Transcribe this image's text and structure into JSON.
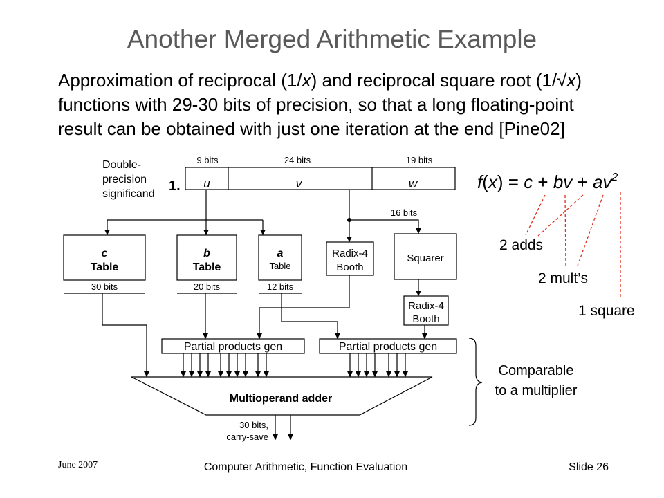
{
  "slide": {
    "title": "Another Merged Arithmetic Example",
    "body": {
      "line1": [
        "Approximation of reciprocal (1/",
        "x",
        ") and reciprocal square root (1/√",
        "x",
        ")"
      ],
      "line2": "functions with 29-30 bits of precision, so that a long floating-point",
      "line3": "result can be obtained with just one iteration at the end [Pine02]"
    },
    "footer": {
      "date": "June 2007",
      "course": "Computer Arithmetic, Function Evaluation",
      "slide_number": "Slide 26"
    }
  },
  "diagram": {
    "significand_label": [
      "Double-",
      "precision",
      "significand"
    ],
    "step_number": "1.",
    "register_fields": [
      {
        "name": "u",
        "bits": "9 bits"
      },
      {
        "name": "v",
        "bits": "24 bits"
      },
      {
        "name": "w",
        "bits": "19 bits"
      }
    ],
    "squarer_input_bits": "16 bits",
    "tables": [
      {
        "coefficient": "c",
        "label": "Table",
        "output_bits": "30 bits"
      },
      {
        "coefficient": "b",
        "label": "Table",
        "output_bits": "20 bits"
      },
      {
        "coefficient": "a",
        "label": "Table",
        "output_bits": "12 bits"
      }
    ],
    "booth_upper": [
      "Radix-4",
      "Booth"
    ],
    "squarer": "Squarer",
    "booth_lower": [
      "Radix-4",
      "Booth"
    ],
    "ppg_left": "Partial products gen",
    "ppg_right": "Partial products gen",
    "adder": "Multioperand adder",
    "adder_output": [
      "30 bits,",
      "carry-save"
    ]
  },
  "annotations": {
    "formula": {
      "parts": [
        "f",
        "(",
        "x",
        ") = ",
        "c",
        " + ",
        "bv",
        " + ",
        "av"
      ],
      "exponent": "2"
    },
    "adds": "2 adds",
    "mults": "2 mult’s",
    "square": "1 square",
    "brace_label": [
      "Comparable",
      "to a multiplier"
    ]
  },
  "colors": {
    "title": "#595959",
    "text": "#000000",
    "annotation_lines": "#e0301e"
  }
}
